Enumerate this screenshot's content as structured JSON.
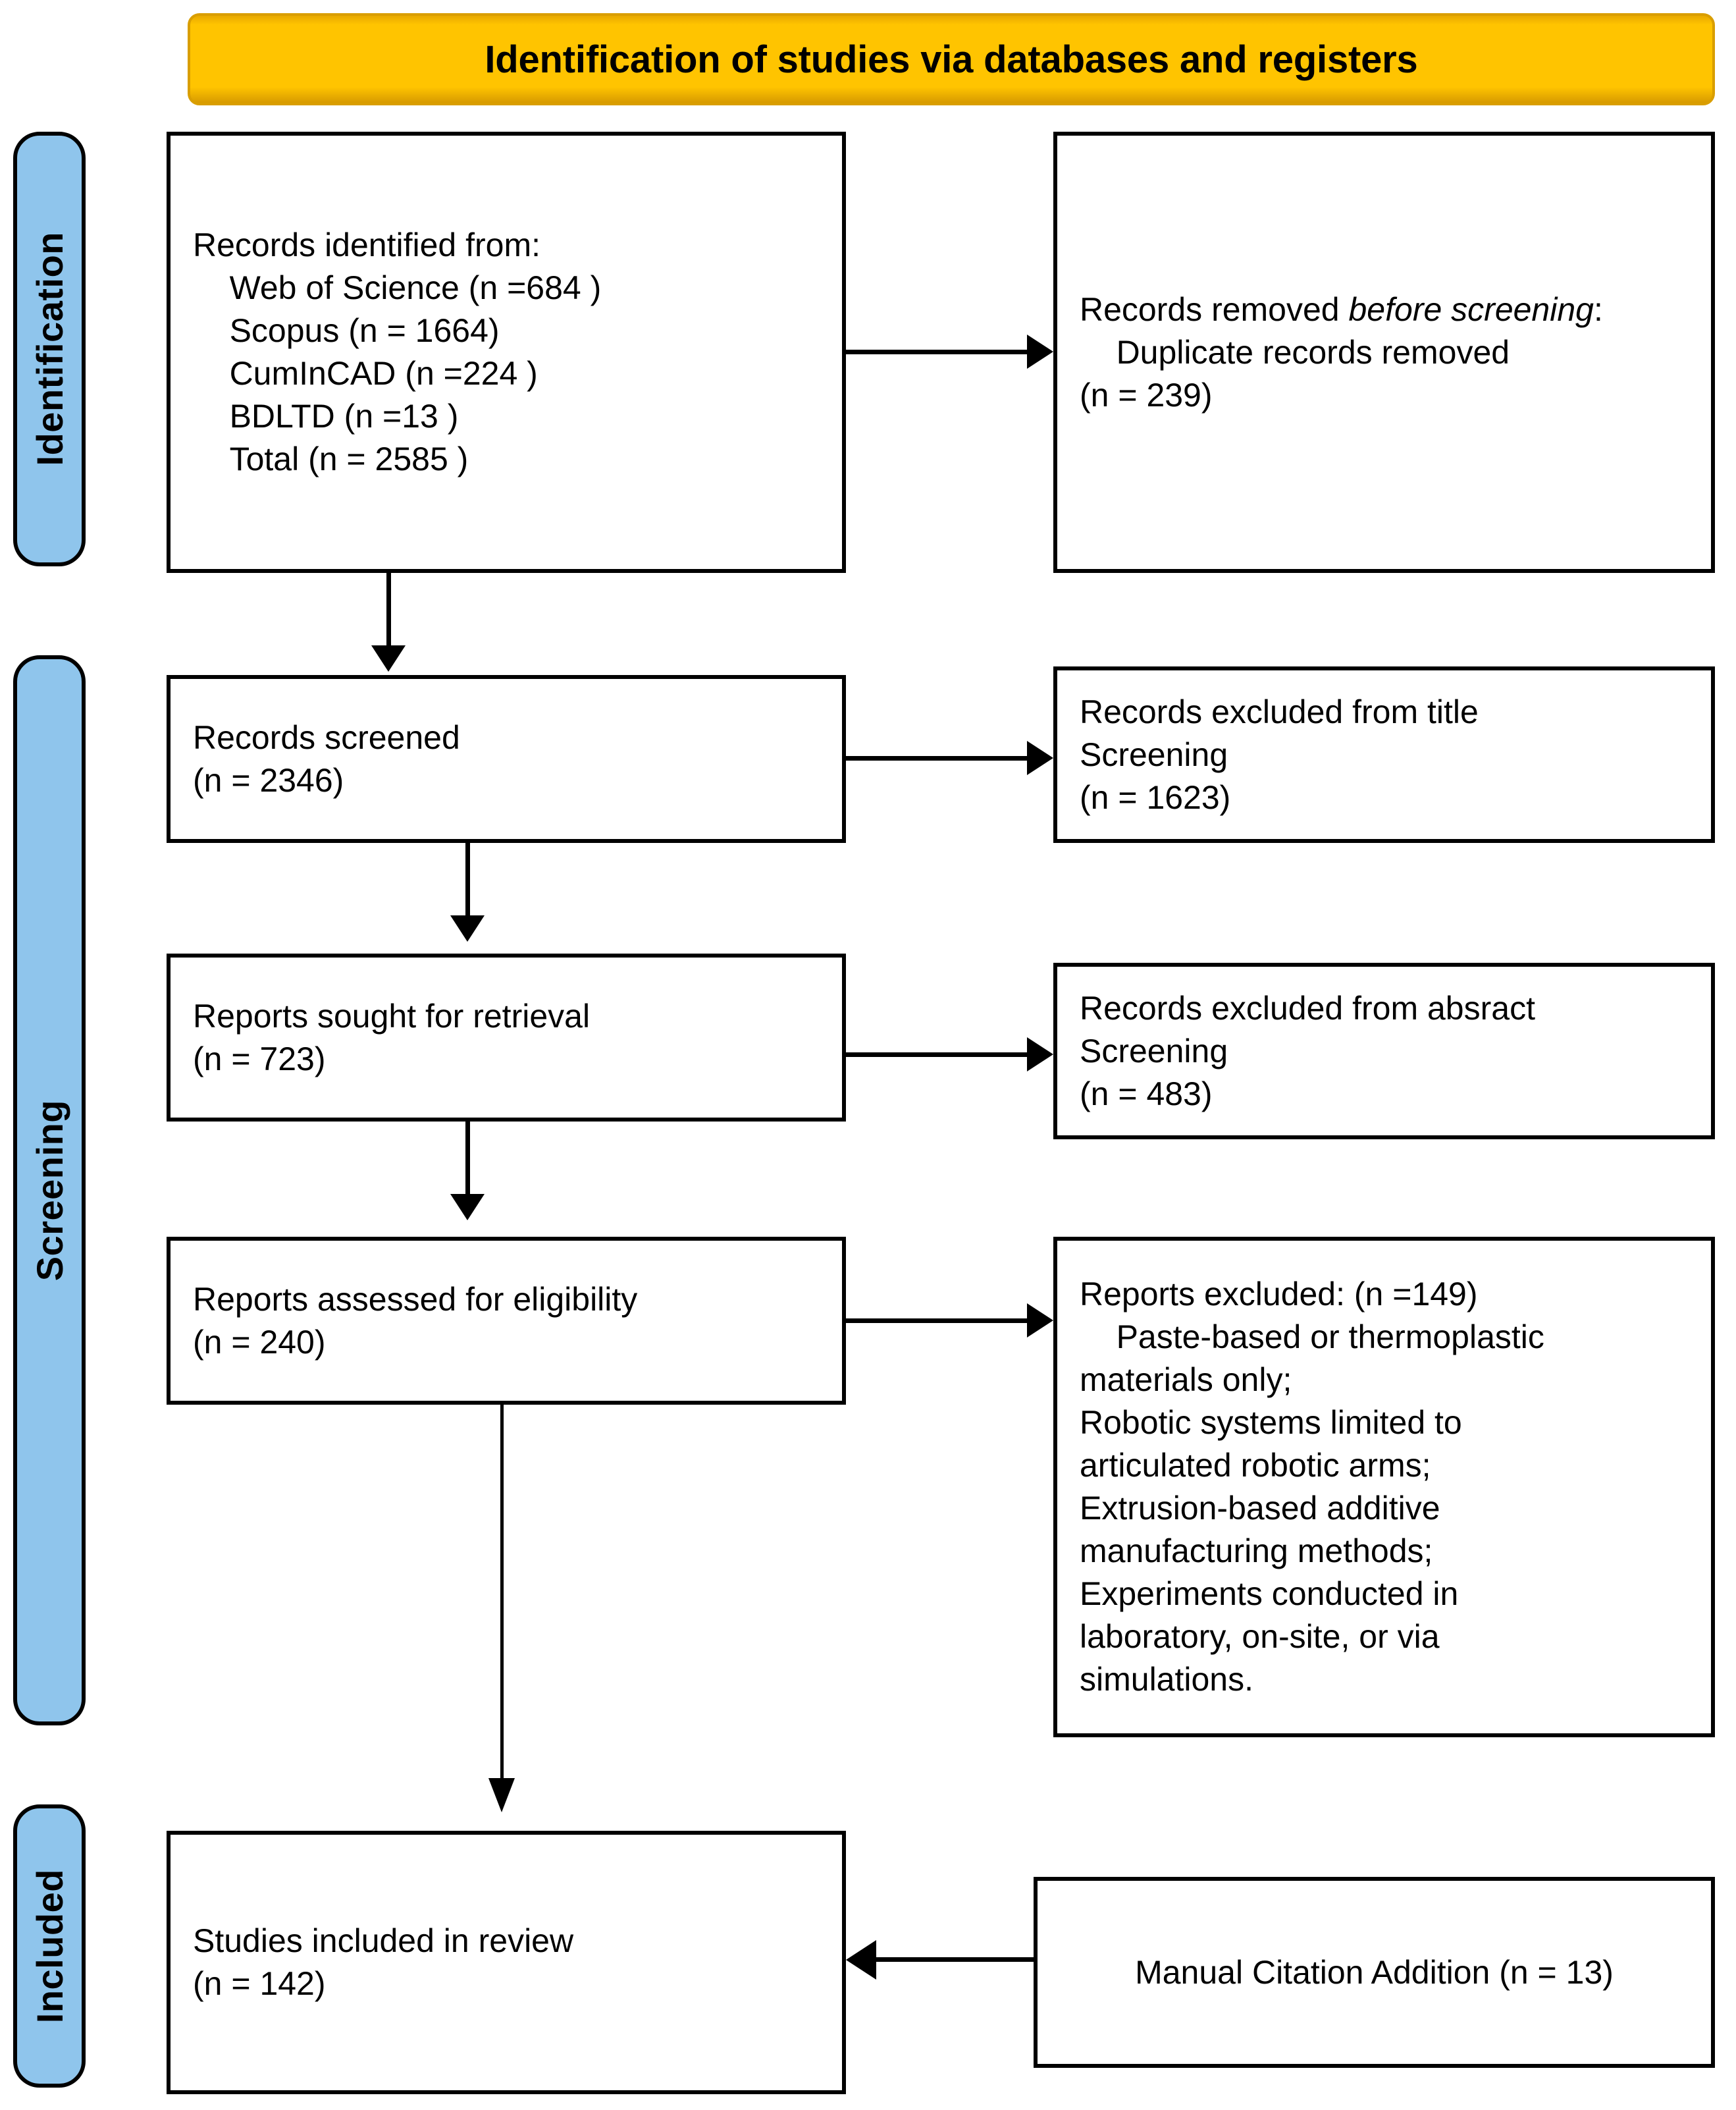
{
  "header": {
    "title": "Identification of studies via databases and registers",
    "bg_color": "#FFC400",
    "border_color": "#D99E00"
  },
  "stages": [
    {
      "key": "identification",
      "label": "Identification",
      "color": "#8FC5EC"
    },
    {
      "key": "screening",
      "label": "Screening",
      "color": "#8FC5EC"
    },
    {
      "key": "included",
      "label": "Included",
      "color": "#8FC5EC"
    }
  ],
  "boxes": {
    "records_identified": {
      "title": "Records identified from:",
      "lines": [
        "Web of Science (n =684 )",
        "Scopus (n = 1664)",
        "CumInCAD (n =224 )",
        "BDLTD (n =13 )",
        "Total (n = 2585 )"
      ],
      "text": "Records identified from:\n    Web of Science (n =684 )\n    Scopus (n = 1664)\n    CumInCAD (n =224 )\n    BDLTD (n =13 )\n    Total (n = 2585 )"
    },
    "records_removed": {
      "lead": "Records removed ",
      "emphasis": "before screening",
      "lead_after": ":",
      "detail": "    Duplicate records removed\n(n = 239)",
      "count_label": "(n = 239)",
      "duplicate_label": "Duplicate records removed"
    },
    "records_screened": {
      "text": "Records screened\n(n = 2346)",
      "label": "Records screened",
      "count": "(n = 2346)"
    },
    "excluded_title": {
      "text": "Records excluded from title\nScreening\n(n = 1623)",
      "label": "Records excluded from title",
      "label2": "Screening",
      "count": "(n = 1623)"
    },
    "reports_sought": {
      "text": "Reports sought for retrieval\n(n = 723)",
      "label": "Reports sought for retrieval",
      "count": "(n = 723)"
    },
    "excluded_abstract": {
      "text": "Records excluded from absract\nScreening\n(n = 483)",
      "label": "Records excluded from absract",
      "label2": "Screening",
      "count": "(n = 483)"
    },
    "reports_assessed": {
      "text": "Reports assessed for eligibility\n(n = 240)",
      "label": "Reports assessed for eligibility",
      "count": "(n = 240)"
    },
    "reports_excluded": {
      "heading": "Reports excluded: (n =149)",
      "reasons": [
        "Paste-based or thermoplastic materials only;",
        "Robotic systems limited to articulated robotic arms;",
        "Extrusion-based additive manufacturing methods;",
        "Experiments conducted in laboratory, on-site, or via simulations."
      ],
      "text": "Reports excluded: (n =149)\n    Paste-based or thermoplastic\nmaterials only;\nRobotic systems limited to\narticulated robotic arms;\nExtrusion-based additive\nmanufacturing methods;\nExperiments conducted in\nlaboratory, on-site, or via\nsimulations."
    },
    "studies_included": {
      "text": "Studies included in review\n(n = 142)",
      "label": "Studies included in review",
      "count": "(n = 142)"
    },
    "manual_citation": {
      "text": "Manual Citation Addition (n = 13)",
      "label": "Manual Citation Addition",
      "count": "(n = 13)"
    }
  }
}
